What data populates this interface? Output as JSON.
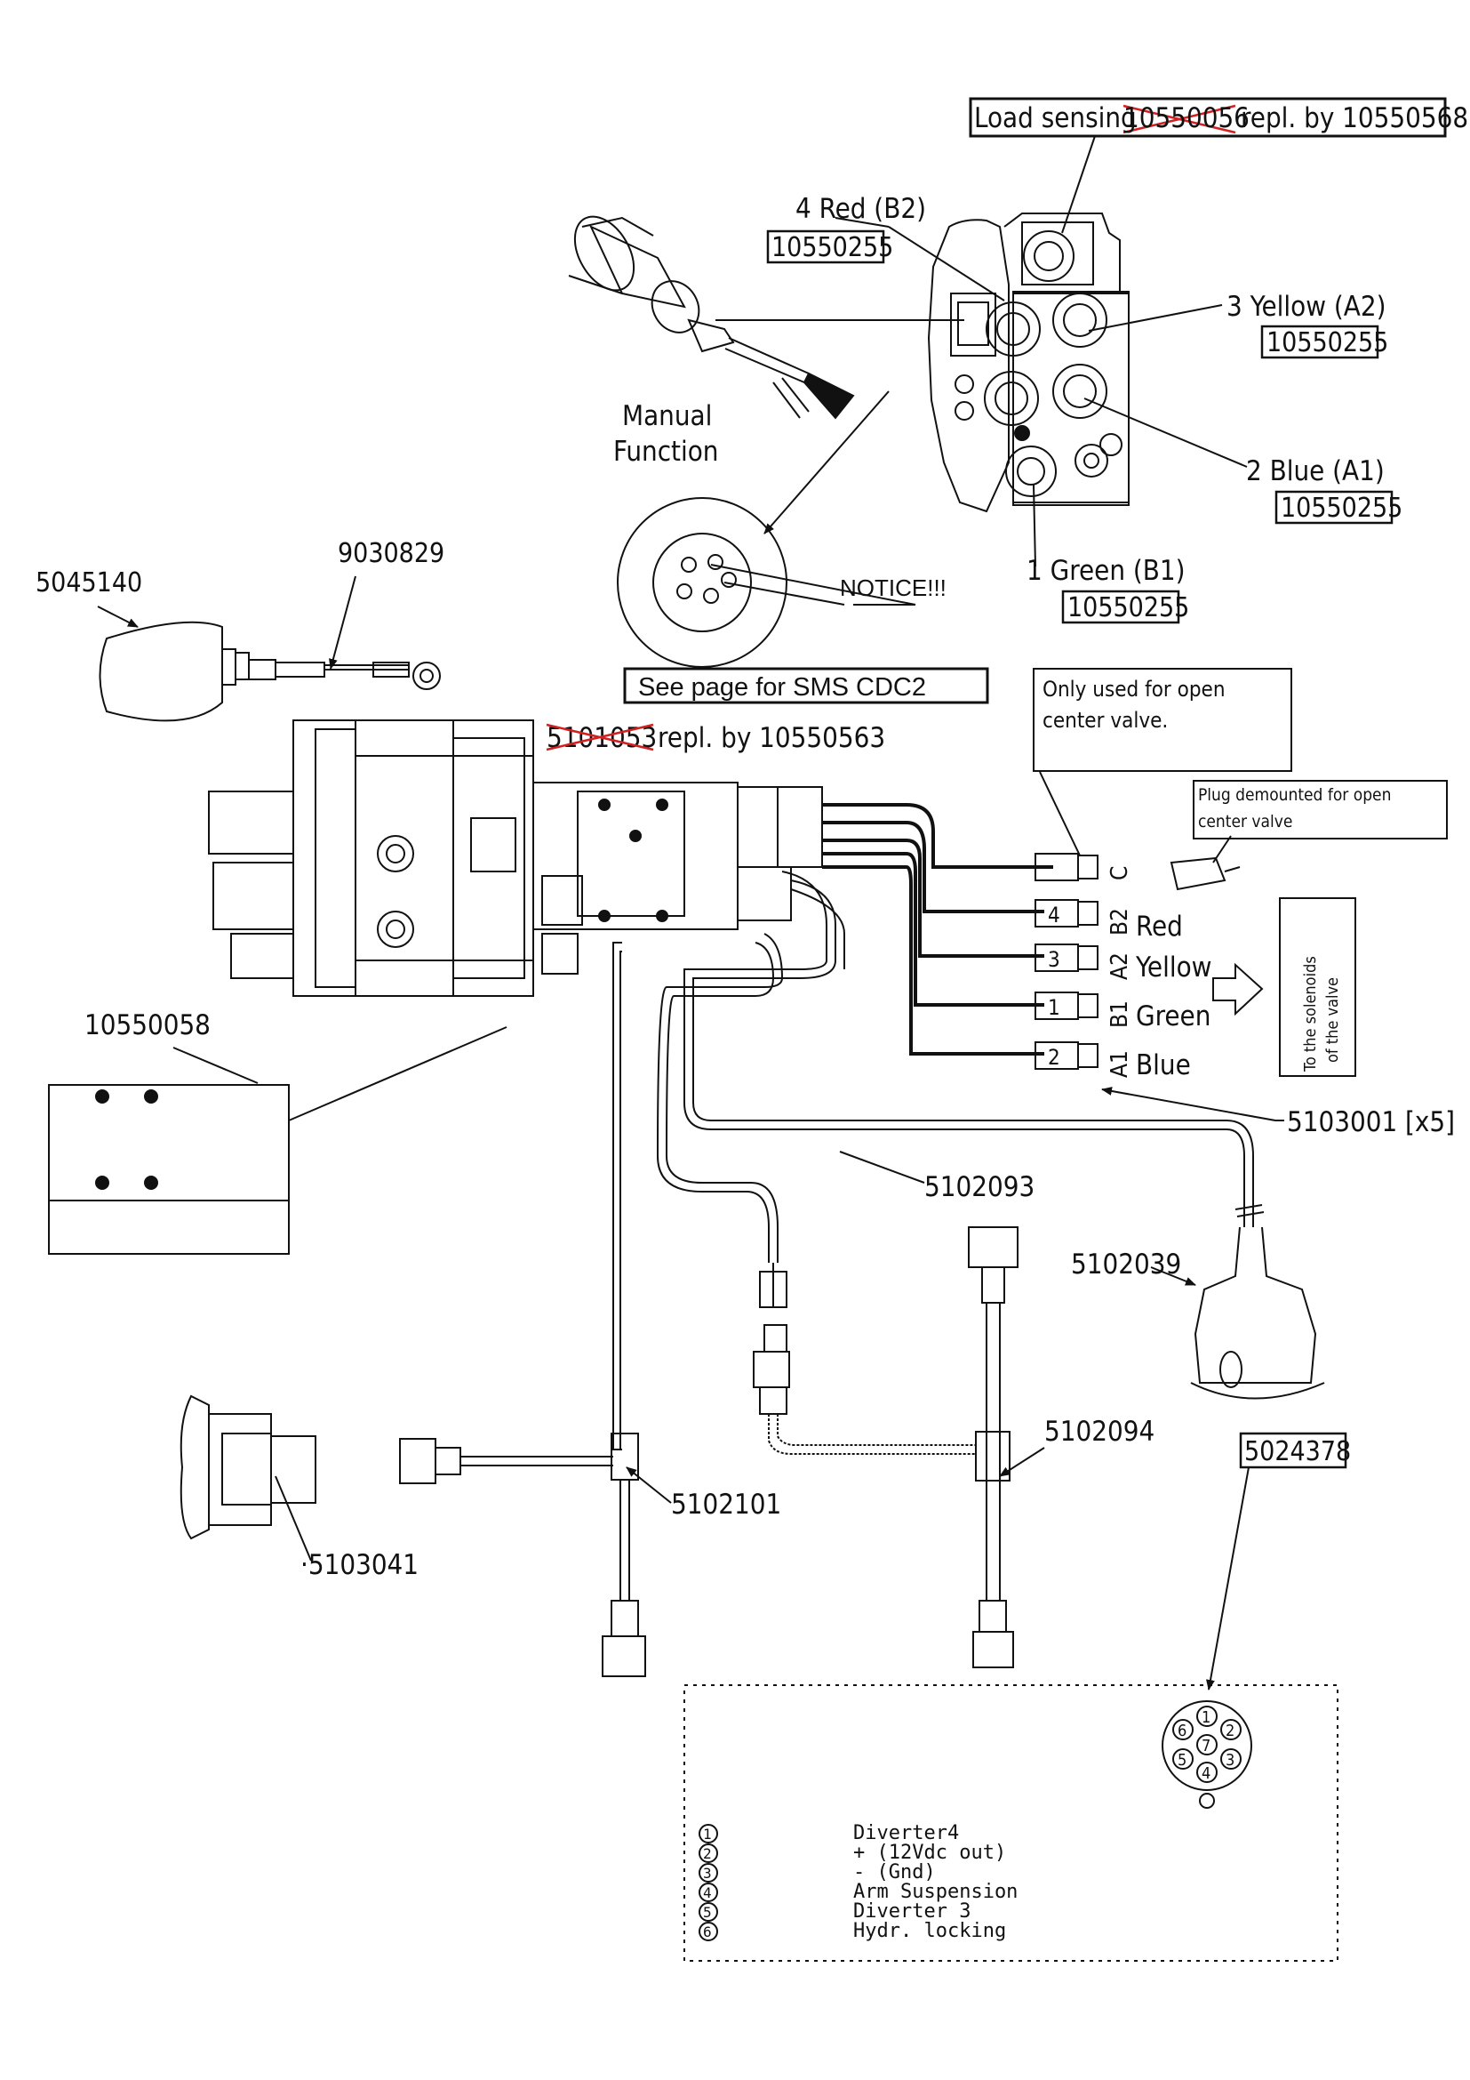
{
  "labels": {
    "load_sensing": {
      "prefix": "Load sensing",
      "old": "10550056",
      "new": "repl. by 10550568"
    },
    "red_b2": "4 Red (B2)",
    "red_b2_part": "10550255",
    "yellow_a2": "3 Yellow (A2)",
    "yellow_a2_part": "10550255",
    "blue_a1": "2 Blue (A1)",
    "blue_a1_part": "10550255",
    "green_b1": "1 Green (B1)",
    "green_b1_part": "10550255",
    "manual_function": [
      "Manual",
      "Function"
    ],
    "notice": "NOTICE!!!",
    "accumulator": "5045140",
    "hose": "9030829",
    "see_page": "See page for SMS CDC2",
    "valve": {
      "old": "5101053",
      "new": "repl. by 10550563"
    },
    "open_center_note": [
      "Only used for open",
      "center valve."
    ],
    "plug_note": [
      "Plug demounted for open",
      "center valve"
    ],
    "solenoid_note": [
      "To the solenoids",
      "of the valve"
    ],
    "bracket": "10550058",
    "connector": "5103001  [x5]",
    "harness_main": "5102093",
    "harness_branch": "5102094",
    "socket": "5102039",
    "socket_part": "5024378",
    "splitter": "5102101",
    "switch": "·5103041"
  },
  "solenoids": [
    {
      "pin": "",
      "port": "C",
      "color": ""
    },
    {
      "pin": "4",
      "port": "B2",
      "color": "Red"
    },
    {
      "pin": "3",
      "port": "A2",
      "color": "Yellow"
    },
    {
      "pin": "1",
      "port": "B1",
      "color": "Green"
    },
    {
      "pin": "2",
      "port": "A1",
      "color": "Blue"
    }
  ],
  "pin_legend": [
    {
      "pin": "1",
      "text": "Diverter4"
    },
    {
      "pin": "2",
      "text": "+ (12Vdc out)"
    },
    {
      "pin": "3",
      "text": "- (Gnd)"
    },
    {
      "pin": "4",
      "text": "Arm Suspension"
    },
    {
      "pin": "5",
      "text": "Diverter 3"
    },
    {
      "pin": "6",
      "text": "Hydr. locking"
    }
  ],
  "socket_pins": [
    "1",
    "2",
    "3",
    "4",
    "5",
    "6",
    "7"
  ],
  "colors": {
    "line": "#111111",
    "strike": "#d21f1f"
  }
}
